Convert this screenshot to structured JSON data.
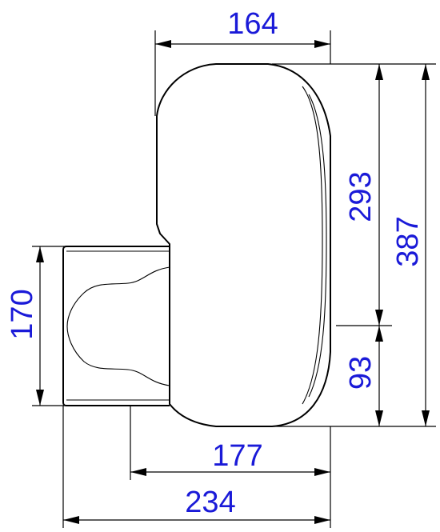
{
  "dimensions": {
    "top_width": "164",
    "upper_height": "293",
    "total_height": "387",
    "lower_height": "93",
    "side_height": "170",
    "base_width": "177",
    "total_width": "234"
  },
  "colors": {
    "dimension_text": "#1a1ad8",
    "line": "#000000",
    "background": "#ffffff"
  }
}
